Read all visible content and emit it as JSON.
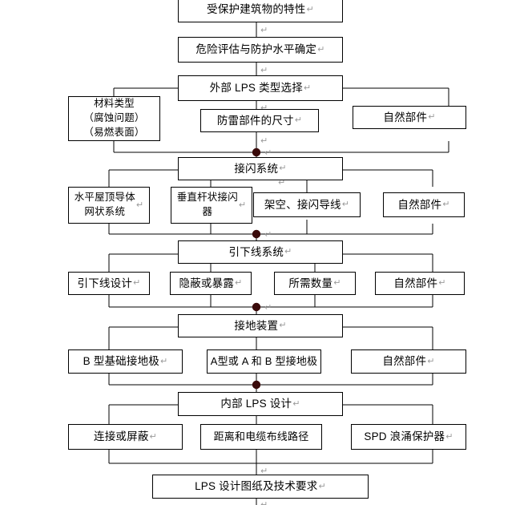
{
  "diagram": {
    "title": "LPS 设计流程图",
    "language": "zh-CN",
    "box_fill": "#ffffff",
    "box_stroke": "#000000",
    "line_color": "#000000",
    "junction_color": "#3a0a0a",
    "pilcrow_color": "#9a9a9a",
    "pilcrow_glyph": "↵"
  },
  "nodes": {
    "characteristics": "受保护建筑物的特性",
    "risk_assessment": "危险评估与防护水平确定",
    "external_lps_type": "外部 LPS 类型选择",
    "material_type": "材料类型\n（腐蚀问题）\n（易燃表面）",
    "component_size": "防雷部件的尺寸",
    "natural_components_1": "自然部件",
    "air_termination_system": "接闪系统",
    "horizontal_roof_mesh": "水平屋顶导体\n网状系统",
    "vertical_rod": "垂直杆状接闪\n器",
    "overhead_conductor": "架空、接闪导线",
    "natural_components_2": "自然部件",
    "down_conductor_system": "引下线系统",
    "down_conductor_design": "引下线设计",
    "concealed_or_exposed": "隐蔽或暴露",
    "required_quantity": "所需数量",
    "natural_components_3": "自然部件",
    "earthing_device": "接地装置",
    "type_b_foundation": "B 型基础接地极",
    "type_a_or_ab": "A型或 A 和 B 型接地极",
    "natural_components_4": "自然部件",
    "internal_lps_design": "内部 LPS 设计",
    "bonding_or_shielding": "连接或屏蔽",
    "distance_and_routing": "距离和电缆布线路径",
    "spd_surge_protector": "SPD 浪涌保护器",
    "lps_drawings": "LPS 设计图纸及技术要求"
  },
  "rows": [
    {
      "label": "row-1-characteristics",
      "items": [
        "characteristics"
      ]
    },
    {
      "label": "row-2-risk",
      "items": [
        "risk_assessment"
      ]
    },
    {
      "label": "row-3-external-type",
      "items": [
        "external_lps_type"
      ]
    },
    {
      "label": "row-4-external-children",
      "items": [
        "material_type",
        "component_size",
        "natural_components_1"
      ]
    },
    {
      "label": "row-5-air-termination",
      "items": [
        "air_termination_system"
      ]
    },
    {
      "label": "row-6-air-children",
      "items": [
        "horizontal_roof_mesh",
        "vertical_rod",
        "overhead_conductor",
        "natural_components_2"
      ]
    },
    {
      "label": "row-7-down-conductor",
      "items": [
        "down_conductor_system"
      ]
    },
    {
      "label": "row-8-down-children",
      "items": [
        "down_conductor_design",
        "concealed_or_exposed",
        "required_quantity",
        "natural_components_3"
      ]
    },
    {
      "label": "row-9-earthing",
      "items": [
        "earthing_device"
      ]
    },
    {
      "label": "row-10-earthing-children",
      "items": [
        "type_b_foundation",
        "type_a_or_ab",
        "natural_components_4"
      ]
    },
    {
      "label": "row-11-internal-lps",
      "items": [
        "internal_lps_design"
      ]
    },
    {
      "label": "row-12-internal-children",
      "items": [
        "bonding_or_shielding",
        "distance_and_routing",
        "spd_surge_protector"
      ]
    },
    {
      "label": "row-13-output",
      "items": [
        "lps_drawings"
      ]
    }
  ]
}
